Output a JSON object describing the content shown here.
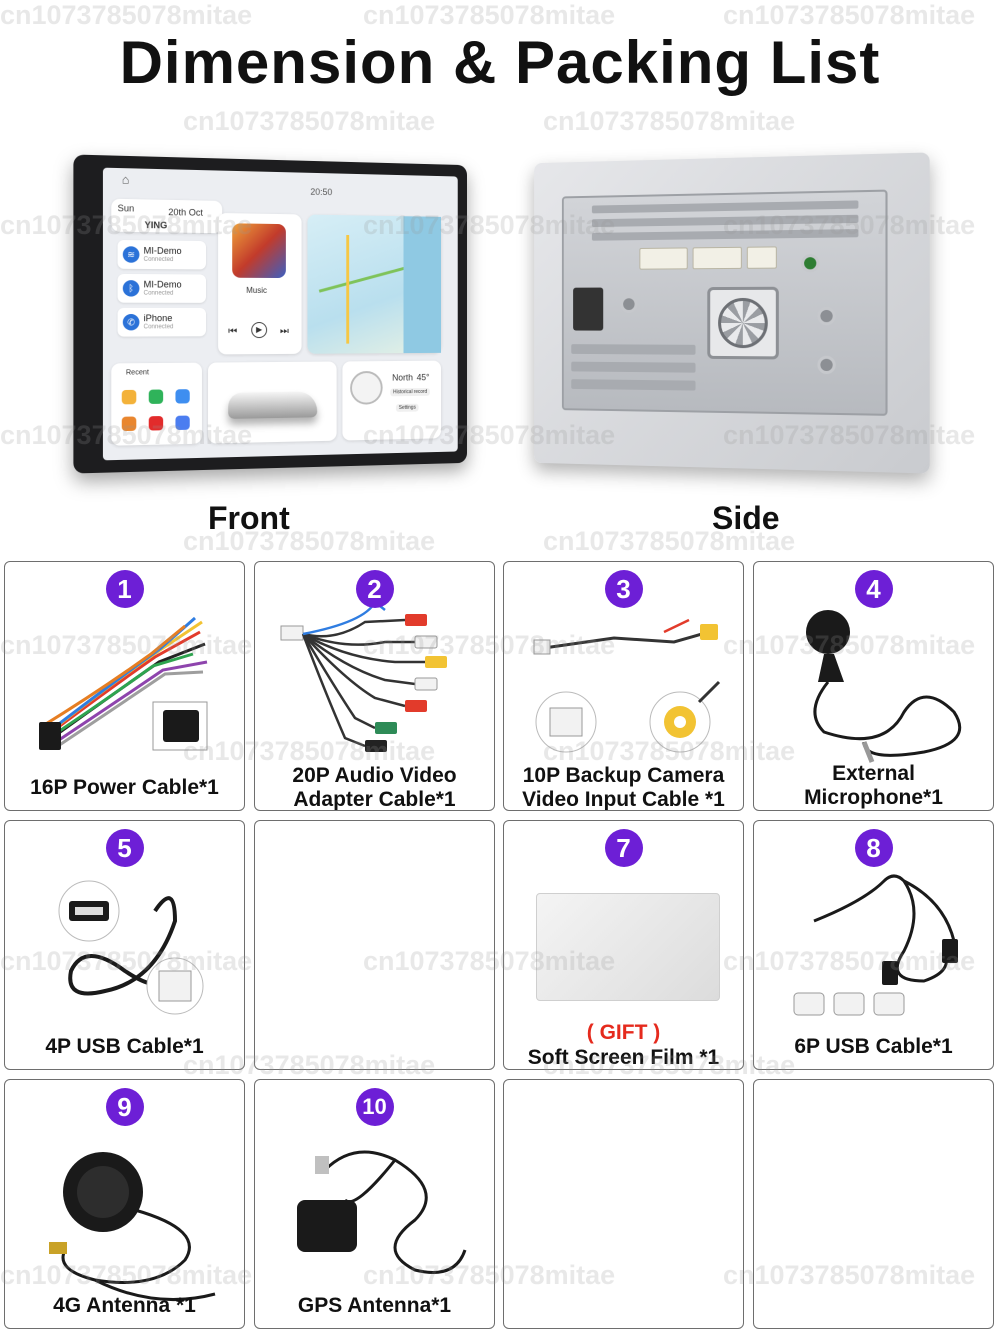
{
  "title": "Dimension & Packing List",
  "watermark_text": "cn1073785078mitae",
  "views": {
    "front_label": "Front",
    "side_label": "Side"
  },
  "front_screen": {
    "day": "Sun",
    "date": "20th Oct",
    "time": "20:50",
    "brand": "YING",
    "connections": [
      {
        "name": "MI-Demo",
        "status": "Connected",
        "icon": "wifi-icon"
      },
      {
        "name": "MI-Demo",
        "status": "Connected",
        "icon": "bluetooth-icon"
      },
      {
        "name": "iPhone",
        "status": "Connected",
        "icon": "phone-link-icon"
      }
    ],
    "music_label": "Music",
    "recent_label": "Recent",
    "compass_label": "North",
    "compass_value": "45°",
    "historical_label": "Historical record",
    "settings_label": "Settings"
  },
  "items": [
    {
      "number": "1",
      "caption": [
        "16P Power Cable*1"
      ],
      "gift": ""
    },
    {
      "number": "2",
      "caption": [
        "20P Audio Video",
        "Adapter Cable*1"
      ],
      "gift": ""
    },
    {
      "number": "3",
      "caption": [
        "10P Backup Camera",
        "Video Input Cable *1"
      ],
      "gift": ""
    },
    {
      "number": "4",
      "caption": [
        "External",
        "Microphone*1"
      ],
      "gift": ""
    },
    {
      "number": "5",
      "caption": [
        "4P USB Cable*1"
      ],
      "gift": ""
    },
    {
      "number": "",
      "caption": [],
      "gift": ""
    },
    {
      "number": "7",
      "caption": [
        "Soft Screen Film *1"
      ],
      "gift": "( GIFT )"
    },
    {
      "number": "8",
      "caption": [
        "6P USB Cable*1"
      ],
      "gift": ""
    },
    {
      "number": "9",
      "caption": [
        "4G Antenna *1"
      ],
      "gift": ""
    },
    {
      "number": "10",
      "caption": [
        "GPS Antenna*1"
      ],
      "gift": ""
    },
    {
      "number": "",
      "caption": [],
      "gift": ""
    },
    {
      "number": "",
      "caption": [],
      "gift": ""
    }
  ],
  "colors": {
    "badge": "#6d1fd6",
    "gift": "#e52a1d",
    "cell_border": "#6e6e6e"
  }
}
